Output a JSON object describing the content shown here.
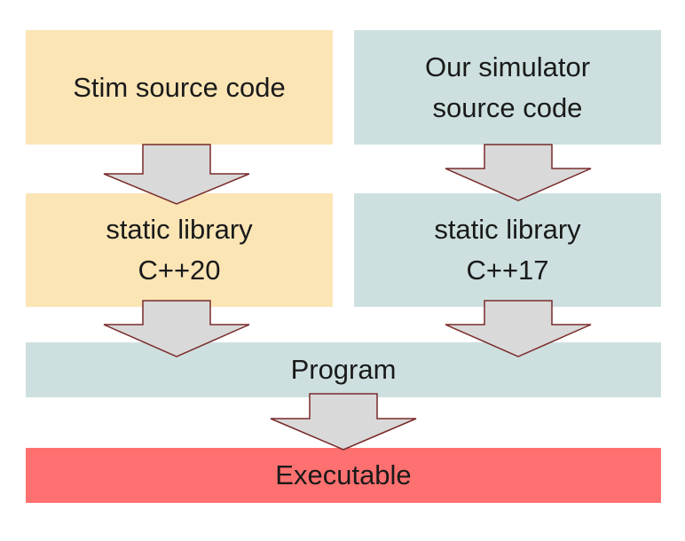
{
  "boxes": {
    "stim_source": "Stim source code",
    "our_source_line1": "Our simulator",
    "our_source_line2": "source code",
    "stim_lib_line1": "static library",
    "stim_lib_line2": "C++20",
    "our_lib_line1": "static library",
    "our_lib_line2": "C++17",
    "program": "Program",
    "executable": "Executable"
  },
  "colors": {
    "stim_boxes": "#fbe5b5",
    "our_boxes": "#cde0df",
    "program": "#cde0df",
    "executable": "#ff7070",
    "arrow_fill": "#d9d9d9",
    "arrow_stroke": "#7a2a2a"
  }
}
